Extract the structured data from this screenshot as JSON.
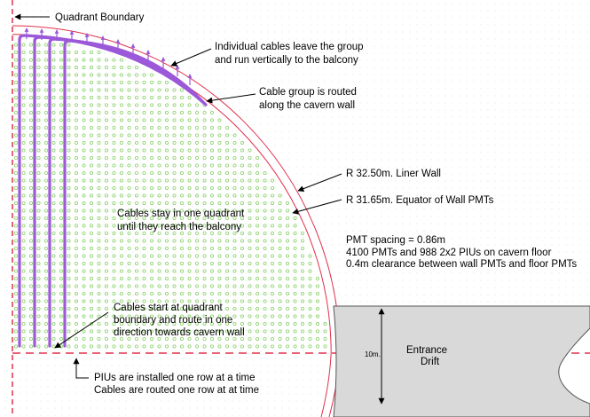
{
  "labels": {
    "quadrant_boundary": "Quadrant Boundary",
    "individual_cables_1": "Individual cables leave the group",
    "individual_cables_2": "and run vertically to the balcony",
    "cable_group_1": "Cable group is routed",
    "cable_group_2": "along the cavern wall",
    "liner_wall": "R 32.50m.  Liner Wall",
    "equator_pmts": "R 31.65m.  Equator of Wall PMTs",
    "stay_quadrant_1": "Cables stay in one quadrant",
    "stay_quadrant_2": "until they reach the balcony",
    "pmt_spacing": "PMT spacing = 0.86m",
    "pmt_count": "4100 PMTs and 988 2x2 PIUs on cavern floor",
    "clearance": "0.4m clearance between wall PMTs and floor PMTs",
    "start_1": "Cables start at quadrant",
    "start_2": "boundary and route in one",
    "start_3": "direction towards cavern wall",
    "piu_install_1": "PIUs are installed one row at a time",
    "piu_install_2": "Cables are routed one row at at time",
    "drift_width": "10m.",
    "entrance_1": "Entrance",
    "entrance_2": "Drift"
  },
  "colors": {
    "circle_lines": "#e0304a",
    "quadrant_dash": "#e0304a",
    "cable_bundle": "#9b59d9",
    "pmt_dots": "#8bd06a",
    "drift_fill": "#d9d9d9",
    "text": "#000000"
  }
}
